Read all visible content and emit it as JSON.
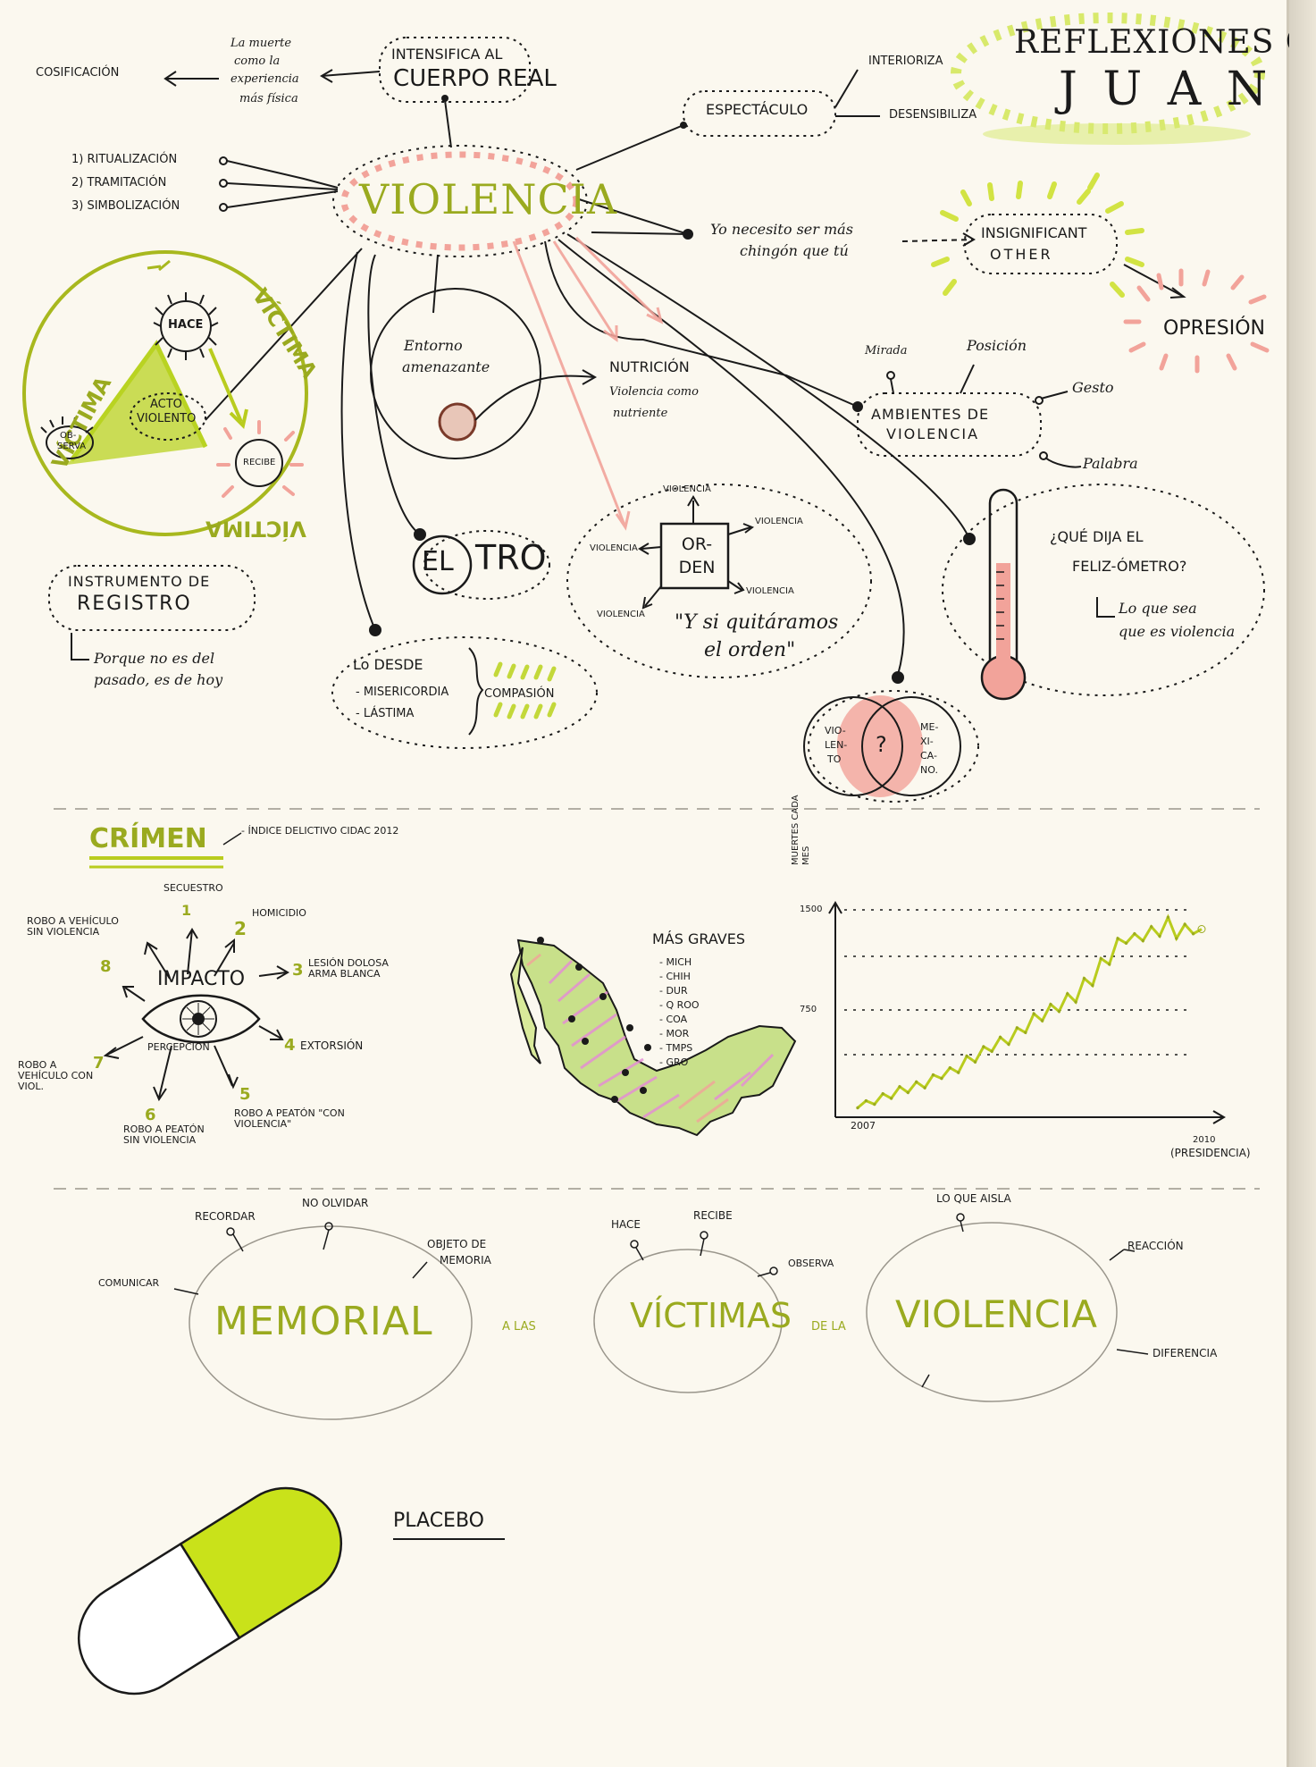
{
  "header": {
    "title_line1": "REFLEXIONES CON",
    "title_line2": "J U A N"
  },
  "top": {
    "cosificacion": "COSIFICACIÓN",
    "muerte_l1": "La muerte",
    "muerte_l2": "como la",
    "muerte_l3": "experiencia",
    "muerte_l4": "más física",
    "intensifica": "INTENSIFICA AL",
    "cuerpo_real": "CUERPO REAL",
    "espectaculo": "ESPECTÁCULO",
    "interioriza": "INTERIORIZA",
    "desensibiliza": "DESENSIBILIZA",
    "proc1": "1) RITUALIZACIÓN",
    "proc2": "2) TRAMITACIÓN",
    "proc3": "3) SIMBOLIZACIÓN",
    "violencia": "VIOLENCIA",
    "yo_l1": "Yo necesito ser más",
    "yo_l2": "chingón que tú",
    "insignificant": "INSIGNIFICANT",
    "other": "OTHER",
    "opresion": "OPRESIÓN"
  },
  "triangle": {
    "victima_left": "VÍCTIMA",
    "victima_right": "VÍCTIMA",
    "victima_bottom": "VÍCTIMA",
    "hace": "HACE",
    "acto_l1": "ACTO",
    "acto_l2": "VIOLENTO",
    "observa_l1": "OB-",
    "observa_l2": "SERVA",
    "recibe": "RECIBE"
  },
  "middle": {
    "entorno_l1": "Entorno",
    "entorno_l2": "amenazante",
    "nutricion": "NUTRICIÓN",
    "nutricion_l2": "Violencia como",
    "nutricion_l3": "nutriente",
    "mirada": "Mirada",
    "posicion": "Posición",
    "gesto": "Gesto",
    "palabra": "Palabra",
    "ambientes_l1": "AMBIENTES DE",
    "ambientes_l2": "VIOLENCIA",
    "otro_a": "EL",
    "otro_b": "TRO",
    "orden": "OR- DEN",
    "violencia_top": "VIOLENCIA",
    "violencia_right": "VIOLENCIA",
    "violencia_left": "VIOLENCIA",
    "violencia_bl": "VIOLENCIA",
    "violencia_br": "VIOLENCIA",
    "quitaramos_l1": "\"Y si quitáramos",
    "quitaramos_l2": "el orden\"",
    "feliz_l1": "¿QUÉ DIJA EL",
    "feliz_l2": "FELIZ-ÓMETRO?",
    "feliz_l3": "Lo que sea",
    "feliz_l4": "que es violencia",
    "instrumento_l1": "INSTRUMENTO DE",
    "instrumento_l2": "REGISTRO",
    "porque_l1": "Porque no es del",
    "porque_l2": "pasado, es de hoy",
    "desde": "Lo DESDE",
    "misericordia": "- MISERICORDIA",
    "lastima": "- LÁSTIMA",
    "compasion": "COMPASIÓN",
    "venn_left_l1": "VIO-",
    "venn_left_l2": "LEN-",
    "venn_left_l3": "TO",
    "venn_mid": "?",
    "venn_right_l1": "ME-",
    "venn_right_l2": "XI-",
    "venn_right_l3": "CA-",
    "venn_right_l4": "NO."
  },
  "crimen": {
    "title": "CRÍMEN",
    "indice": "- ÍNDICE DELICTIVO CIDAC 2012",
    "impacto": "IMPACTO",
    "percepcion": "PERCEPCIÓN",
    "items": [
      {
        "n": "1",
        "label": "SECUESTRO"
      },
      {
        "n": "2",
        "label": "HOMICIDIO"
      },
      {
        "n": "3",
        "label": "LESIÓN DOLOSA ARMA BLANCA"
      },
      {
        "n": "4",
        "label": "EXTORSIÓN"
      },
      {
        "n": "5",
        "label": "ROBO A PEATÓN \"CON VIOLENCIA\""
      },
      {
        "n": "6",
        "label": "ROBO A PEATÓN SIN VIOLENCIA"
      },
      {
        "n": "7",
        "label": "ROBO A VEHÍCULO CON VIOL."
      },
      {
        "n": "8",
        "label": "ROBO A VEHÍCULO SIN VIOLENCIA"
      }
    ],
    "mas_graves": "MÁS GRAVES",
    "states": [
      "- MICH",
      "- CHIH",
      "- DUR",
      "- Q ROO",
      "- COA",
      "- MOR",
      "- TMPS",
      "- GRO"
    ]
  },
  "chart_data": {
    "type": "line",
    "ylabel": "MUERTES CADA MES",
    "yticks": [
      "1500",
      "750"
    ],
    "x_start": "2007",
    "x_end": "2010",
    "x_end_note": "(PRESIDENCIA)",
    "ylim": [
      0,
      1900
    ],
    "series": [
      {
        "values": [
          80,
          140,
          110,
          200,
          160,
          260,
          210,
          300,
          250,
          360,
          330,
          420,
          380,
          520,
          470,
          600,
          560,
          680,
          620,
          760,
          720,
          880,
          820,
          960,
          900,
          1050,
          980,
          1180,
          1120,
          1350,
          1300,
          1520,
          1480,
          1560,
          1500,
          1620,
          1540,
          1700,
          1520,
          1640,
          1560,
          1600
        ]
      }
    ]
  },
  "memorial": {
    "memorial": "MEMORIAL",
    "a_las": "A LAS",
    "victimas": "VÍCTIMAS",
    "de_la": "DE LA",
    "violencia": "VIOLENCIA",
    "comunicar": "COMUNICAR",
    "recordar": "RECORDAR",
    "no_olvidar": "NO OLVIDAR",
    "objeto_l1": "OBJETO DE",
    "objeto_l2": "MEMORIA",
    "hace": "HACE",
    "recibe": "RECIBE",
    "observa": "OBSERVA",
    "lo_que_aisla": "LO QUE AISLA",
    "reaccion": "REACCIÓN",
    "diferencia": "DIFERENCIA"
  },
  "placebo": "PLACEBO",
  "colors": {
    "ink": "#1a1a1a",
    "green": "#b9cc1e",
    "olive": "#9aaa1f",
    "pink": "#f2a39a",
    "paper": "#fbf8ef"
  }
}
